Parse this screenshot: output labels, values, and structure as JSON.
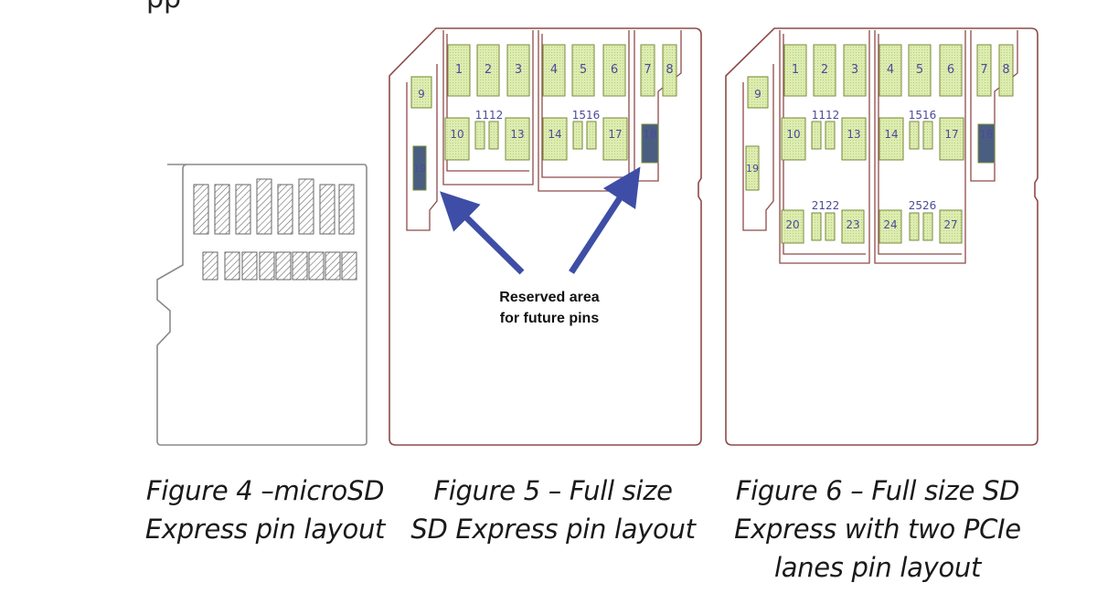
{
  "top_fragment": "pp",
  "colors": {
    "outline": "#8e4a4a",
    "pin_fill": "#ddecb0",
    "pin_stroke": "#7a8a3a",
    "pin_label": "#4b4b9a",
    "reserved_pin_fill": "#4a5e82",
    "micro_pin_fill": "#cfcfcf",
    "arrow": "#3e4ea6"
  },
  "figure5": {
    "pins": [
      "1",
      "2",
      "3",
      "4",
      "5",
      "6",
      "7",
      "8",
      "9",
      "10",
      "11",
      "12",
      "13",
      "14",
      "15",
      "16",
      "17",
      "18",
      "19"
    ],
    "annotation": [
      "Reserved area",
      "for future pins"
    ]
  },
  "figure6": {
    "pins": [
      "1",
      "2",
      "3",
      "4",
      "5",
      "6",
      "7",
      "8",
      "9",
      "10",
      "11",
      "12",
      "13",
      "14",
      "15",
      "16",
      "17",
      "18",
      "19",
      "20",
      "21",
      "22",
      "23",
      "24",
      "25",
      "26",
      "27"
    ]
  },
  "captions": {
    "fig4": [
      "Figure 4 –microSD",
      "Express pin layout"
    ],
    "fig5": [
      "Figure 5 – Full size",
      "SD Express pin layout"
    ],
    "fig6": [
      "Figure 6 – Full size SD",
      "Express with two PCIe",
      "lanes pin layout"
    ]
  }
}
